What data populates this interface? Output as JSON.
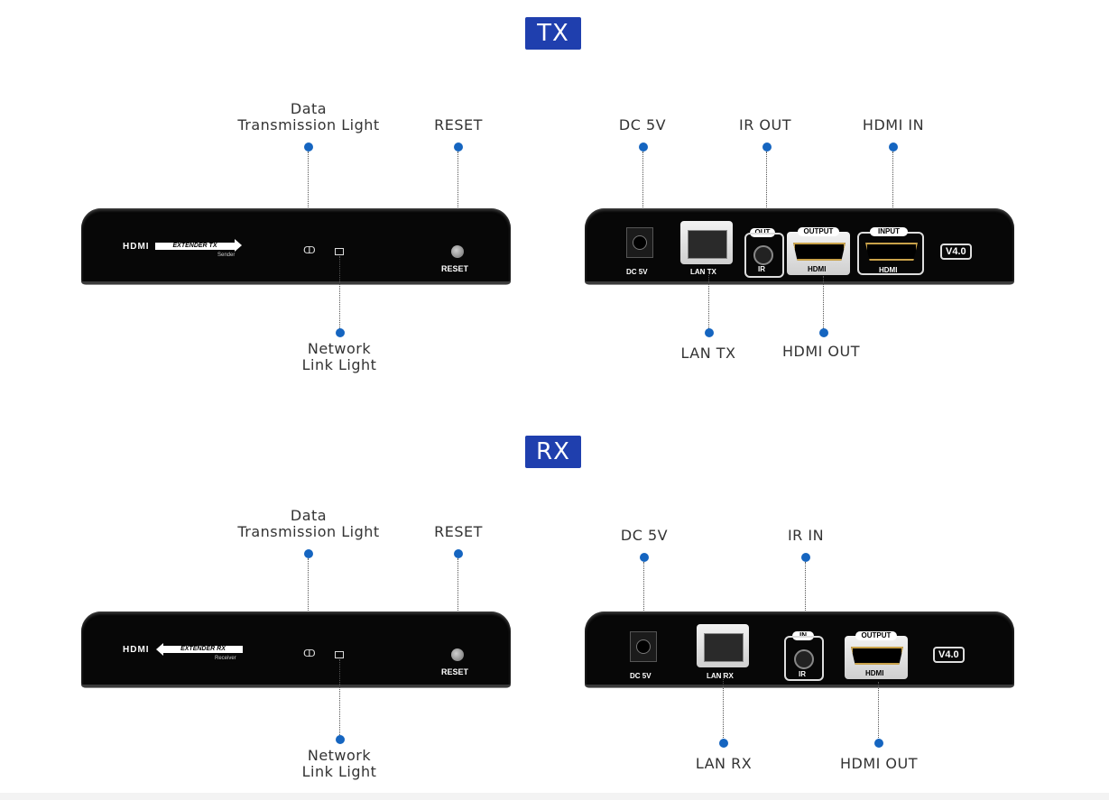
{
  "tx": {
    "badge": "TX",
    "front": {
      "labels": {
        "data_light": [
          "Data",
          "Transmission Light"
        ],
        "reset": "RESET",
        "network_light": [
          "Network",
          "Link Light"
        ]
      },
      "device": {
        "brand": "HDMI",
        "arrow_text": "EXTENDER TX",
        "sub_text": "Sender",
        "reset_text": "RESET"
      }
    },
    "back": {
      "labels": {
        "dc": "DC 5V",
        "ir": "IR OUT",
        "hdmi_in": "HDMI IN",
        "lan": "LAN TX",
        "hdmi_out": "HDMI OUT"
      },
      "device": {
        "dc_text": "DC 5V",
        "lan_text": "LAN TX",
        "ir_tag": "OUT",
        "ir_text": "IR",
        "output_tag": "OUTPUT",
        "output_text": "HDMI",
        "input_tag": "INPUT",
        "input_text": "HDMI",
        "version": "V4.0"
      }
    }
  },
  "rx": {
    "badge": "RX",
    "front": {
      "labels": {
        "data_light": [
          "Data",
          "Transmission Light"
        ],
        "reset": "RESET",
        "network_light": [
          "Network",
          "Link Light"
        ]
      },
      "device": {
        "brand": "HDMI",
        "arrow_text": "EXTENDER RX",
        "sub_text": "Receiver",
        "reset_text": "RESET"
      }
    },
    "back": {
      "labels": {
        "dc": "DC 5V",
        "ir": "IR IN",
        "lan": "LAN RX",
        "hdmi_out": "HDMI OUT"
      },
      "device": {
        "dc_text": "DC 5V",
        "lan_text": "LAN RX",
        "ir_tag": "IN",
        "ir_text": "IR",
        "output_tag": "OUTPUT",
        "output_text": "HDMI",
        "version": "V4.0"
      }
    }
  },
  "colors": {
    "badge": "#1f3fae",
    "dot": "#1565c0",
    "device": "#070707",
    "hdmi_gold": "#c9a24a"
  }
}
